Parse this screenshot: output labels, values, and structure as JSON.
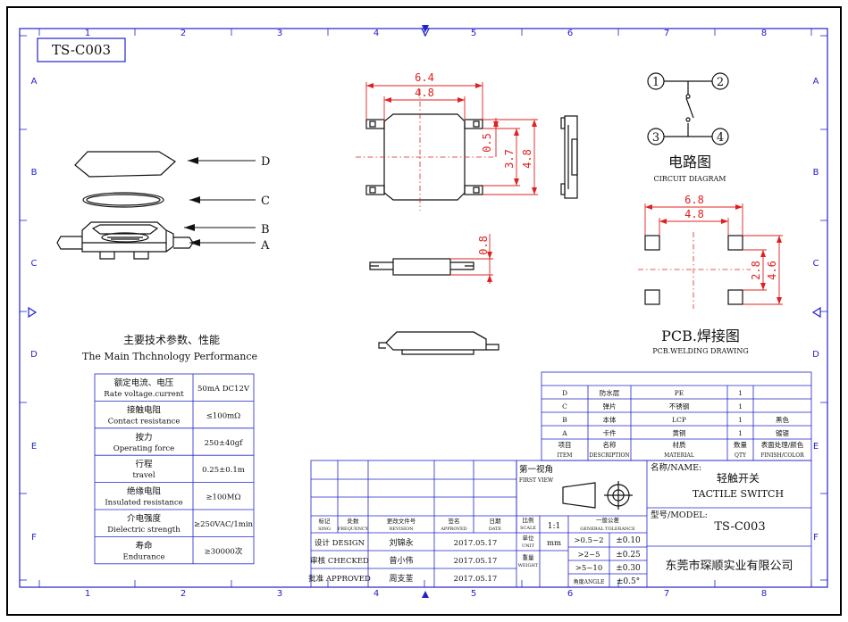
{
  "drawing_number": "TS-C003",
  "border": {
    "cols": [
      "1",
      "2",
      "3",
      "4",
      "5",
      "6",
      "7",
      "8"
    ],
    "rows": [
      "A",
      "B",
      "C",
      "D",
      "E",
      "F"
    ]
  },
  "parts": {
    "d": "D",
    "c": "C",
    "b": "B",
    "a": "A"
  },
  "dims": {
    "w_outer": "6.4",
    "w_inner": "4.8",
    "h_gap": "0.5",
    "h_body": "3.7",
    "h_total": "4.8",
    "side_h": "0.8",
    "pcb_w_outer": "6.8",
    "pcb_w_inner": "4.8",
    "pcb_h_inner": "2.8",
    "pcb_h_outer": "4.6"
  },
  "circuit": {
    "n1": "1",
    "n2": "2",
    "n3": "3",
    "n4": "4",
    "title_cn": "电路图",
    "title_en": "CIRCUIT DIAGRAM"
  },
  "pcb": {
    "title_cn": "PCB.焊接图",
    "title_en": "PCB.WELDING DRAWING"
  },
  "specs": {
    "title_cn": "主要技术参数、性能",
    "title_en": "The Main Thchnology Performance",
    "rows": [
      {
        "cn": "额定电流、电压",
        "en": "Rate voltage.current",
        "value": "50mA DC12V"
      },
      {
        "cn": "接触电阻",
        "en": "Contact resistance",
        "value": "≤100mΩ"
      },
      {
        "cn": "按力",
        "en": "Operating force",
        "value": "250±40gf"
      },
      {
        "cn": "行程",
        "en": "travel",
        "value": "0.25±0.1m"
      },
      {
        "cn": "绝缘电阻",
        "en": "Insulated resistance",
        "value": "≥100MΩ"
      },
      {
        "cn": "介电强度",
        "en": "Dielectric strength",
        "value": "≥250VAC/1min"
      },
      {
        "cn": "寿命",
        "en": "Endurance",
        "value": "≥30000次"
      }
    ]
  },
  "bom": {
    "rows": [
      {
        "item": "D",
        "desc": "防水层",
        "mat": "PE",
        "qty": "1",
        "fin": ""
      },
      {
        "item": "C",
        "desc": "弹片",
        "mat": "不锈钢",
        "qty": "1",
        "fin": ""
      },
      {
        "item": "B",
        "desc": "本体",
        "mat": "LCP",
        "qty": "1",
        "fin": "黑色"
      },
      {
        "item": "A",
        "desc": "卡件",
        "mat": "黄铜",
        "qty": "1",
        "fin": "镀银"
      }
    ],
    "header": {
      "item_cn": "项目",
      "item_en": "ITEM",
      "desc_cn": "名称",
      "desc_en": "DESCRIPTION",
      "mat_cn": "材质",
      "mat_en": "MATERIAL",
      "qty_cn": "数量",
      "qty_en": "QTY",
      "fin_cn": "表面处理/颜色",
      "fin_en": "FINISH/COLOR"
    }
  },
  "title_block": {
    "rev_headers": [
      {
        "cn": "标记",
        "en": "SING"
      },
      {
        "cn": "处数",
        "en": "FREQUENCY"
      },
      {
        "cn": "更改文件号",
        "en": "REVISION"
      },
      {
        "cn": "签名",
        "en": "APPROVED"
      },
      {
        "cn": "日期",
        "en": "DATE"
      }
    ],
    "scale_cn": "比例",
    "scale_en": "SCALE",
    "scale": "1:1",
    "unit_cn": "单位",
    "unit_en": "UNIT",
    "unit": "mm",
    "weight_cn": "重量",
    "weight_en": "WEIGHT",
    "first_view_cn": "第一视角",
    "first_view_en": "FIRST VIEW",
    "tolerance_cn": "一般公差",
    "tolerance_en": "GENERAL TOLERANCE",
    "tolerances": [
      {
        "range": ">0.5~2",
        "tol": "±0.10"
      },
      {
        "range": ">2~5",
        "tol": "±0.25"
      },
      {
        "range": ">5~10",
        "tol": "±0.30"
      },
      {
        "range": "角度ANGLE",
        "tol": "±0.5°"
      }
    ],
    "design_label": "设计 DESIGN",
    "design_name": "刘锦永",
    "design_date": "2017.05.17",
    "check_label": "审核 CHECKED",
    "check_name": "曾小伟",
    "check_date": "2017.05.17",
    "approve_label": "批准 APPROVED",
    "approve_name": "周支荃",
    "approve_date": "2017.05.17",
    "name_label": "名称/NAME:",
    "name_cn": "轻触开关",
    "name_en": "TACTILE SWITCH",
    "model_label": "型号/MODEL:",
    "model": "TS-C003",
    "company": "东莞市琛顺实业有限公司"
  }
}
